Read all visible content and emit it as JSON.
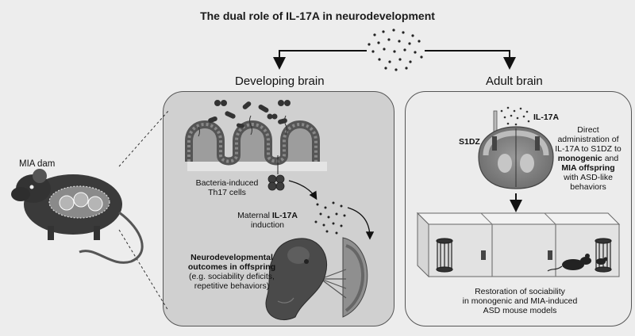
{
  "title": "The dual role of IL-17A in neurodevelopment",
  "left": {
    "heading": "Developing brain",
    "mia_dam": "MIA dam",
    "bacteria_line1": "Bacteria-induced",
    "bacteria_line2": "Th17 cells",
    "maternal_pre": "Maternal ",
    "maternal_bold": "IL-17A",
    "maternal_line2": "induction",
    "outcomes_bold1": "Neurodevelopmental",
    "outcomes_bold2": "outcomes in offspring",
    "outcomes_line3": "(e.g. sociability deficits,",
    "outcomes_line4": "repetitive behaviors)"
  },
  "right": {
    "heading": "Adult brain",
    "il17a_label": "IL-17A",
    "s1dz_label": "S1DZ",
    "admin_line1": "Direct",
    "admin_line2": "administration of",
    "admin_line3": "IL-17A to S1DZ to",
    "admin_bold1": "monogenic",
    "admin_and": " and",
    "admin_bold2": "MIA offspring",
    "admin_line6": "with ASD-like",
    "admin_line7": "behaviors",
    "result_line1": "Restoration of sociability",
    "result_line2": "in  monogenic and MIA-induced",
    "result_line3": "ASD mouse models"
  }
}
